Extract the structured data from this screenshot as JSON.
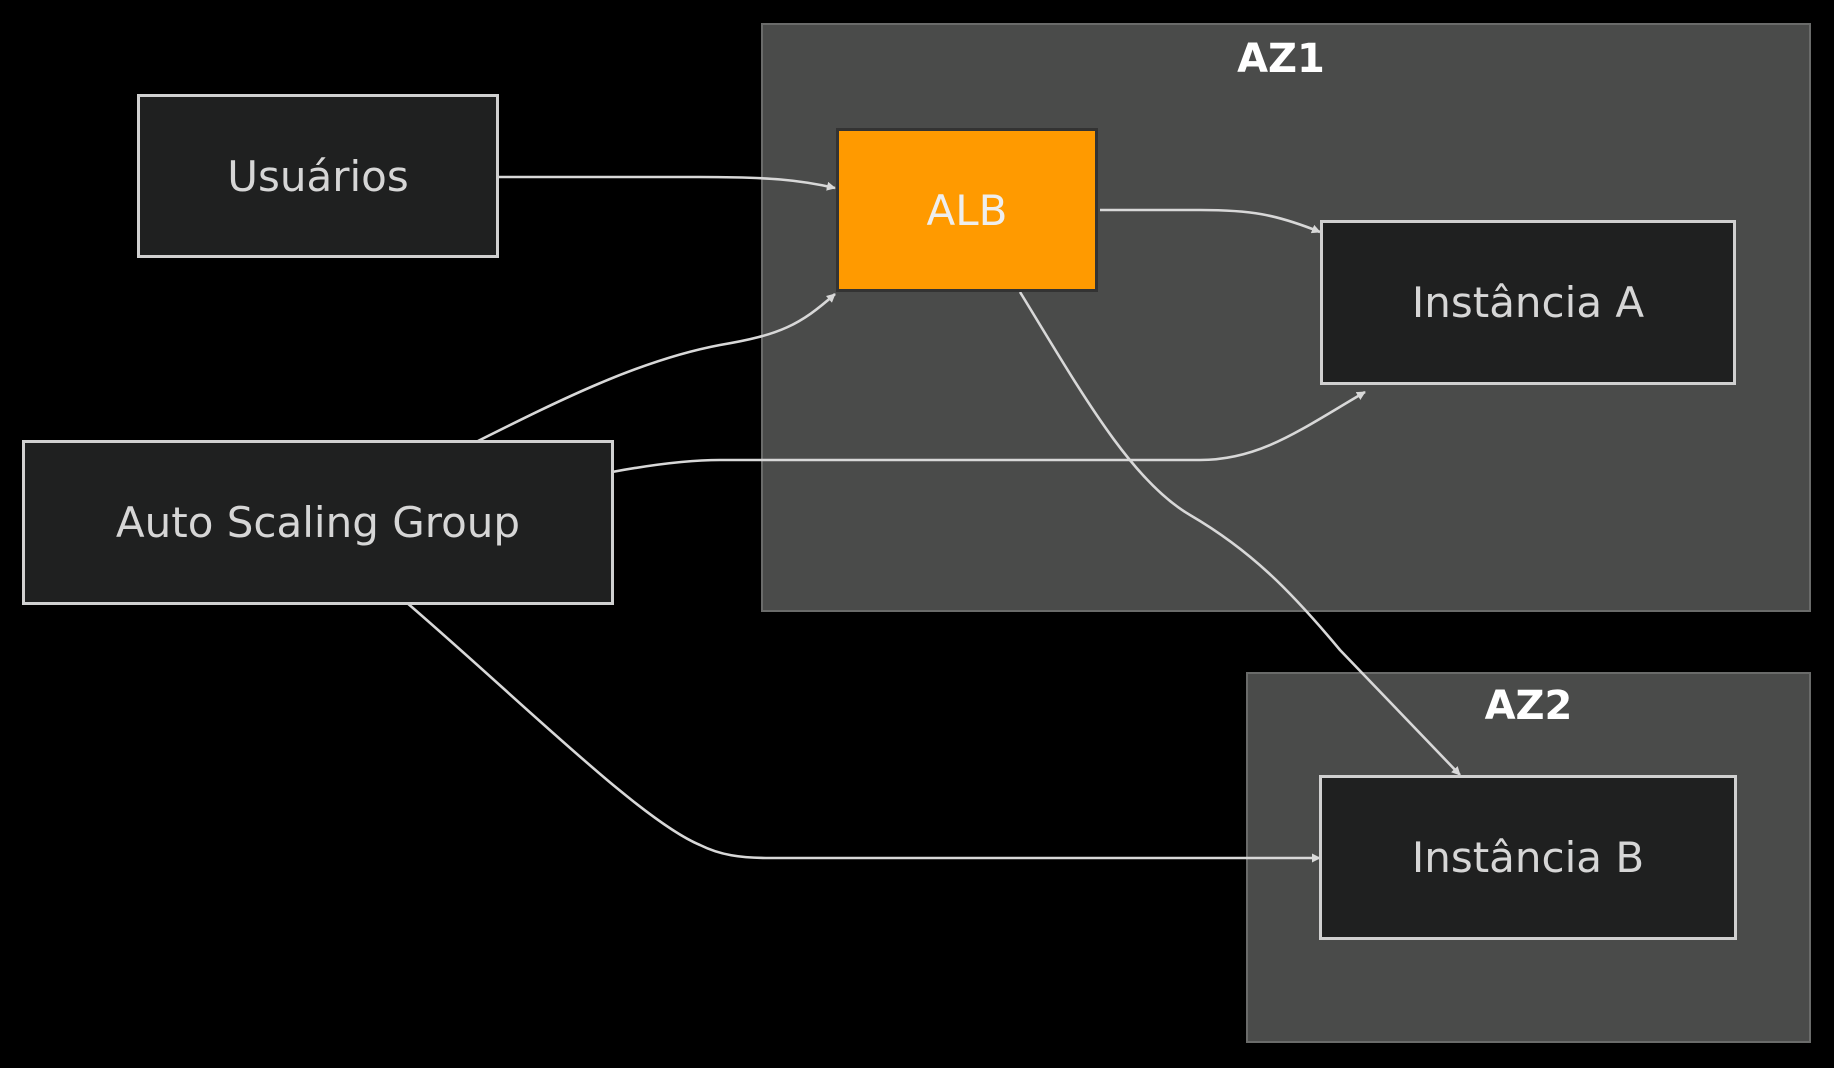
{
  "clusters": {
    "az1": {
      "title": "AZ1"
    },
    "az2": {
      "title": "AZ2"
    }
  },
  "nodes": {
    "usuarios": {
      "label": "Usuários"
    },
    "alb": {
      "label": "ALB"
    },
    "asg": {
      "label": "Auto Scaling Group"
    },
    "instancia_a": {
      "label": "Instância A"
    },
    "instancia_b": {
      "label": "Instância B"
    }
  },
  "edges": [
    {
      "from": "Usuários",
      "to": "ALB"
    },
    {
      "from": "ALB",
      "to": "Instância A"
    },
    {
      "from": "ALB",
      "to": "Instância B"
    },
    {
      "from": "Auto Scaling Group",
      "to": "ALB"
    },
    {
      "from": "Auto Scaling Group",
      "to": "Instância A"
    },
    {
      "from": "Auto Scaling Group",
      "to": "Instância B"
    }
  ],
  "colors": {
    "background": "#000000",
    "cluster_fill": "#4a4b4a",
    "node_fill": "#1f2020",
    "node_border": "#d0d0d0",
    "highlight_fill": "#ff9a00",
    "edge": "#d8d8d8"
  }
}
